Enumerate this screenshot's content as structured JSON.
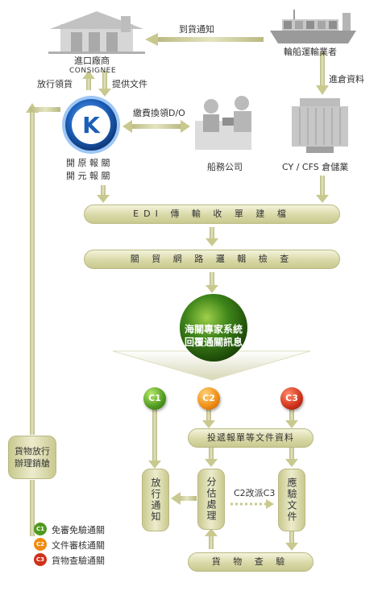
{
  "top": {
    "consignee_cn": "進口廠商",
    "consignee_en": "CONSIGNEE",
    "arrival_notice": "到貨通知",
    "shipping_line": "輪船運輸業者",
    "release_pickup": "放行領貨",
    "provide_docs": "提供文件",
    "pay_fee": "繳費換領D/O",
    "shipping_agent": "船務公司",
    "warehouse_entry": "進倉資料",
    "cy_cfs": "CY / CFS 倉儲業",
    "broker_line1": "開 原 報 關",
    "broker_line2": "開 元 報 關"
  },
  "flow": {
    "edi_bar": "EDI 傳 輸 收 單 建 檔",
    "network_bar": "關 貿 網 路 邏 輯 檢 查",
    "expert_line1": "海關專家系統",
    "expert_line2": "回覆通關訊息",
    "c1": "C1",
    "c2": "C2",
    "c3": "C3",
    "submit_docs_bar": "投遞報單等文件資料",
    "release_notice": "放行通知",
    "assessment": "分估處理",
    "c2_to_c3": "C2改派C3",
    "inspection_docs": "應驗文件",
    "goods_inspection_bar": "貨 物 查 驗",
    "left_box_line1": "貨物放行",
    "left_box_line2": "辦理銷艙"
  },
  "legend": [
    {
      "code": "C1",
      "text": "免審免驗通關",
      "color": "#4f9a1f"
    },
    {
      "code": "C2",
      "text": "文件審核通關",
      "color": "#ef8c12"
    },
    {
      "code": "C3",
      "text": "貨物查驗通關",
      "color": "#d0311a"
    }
  ],
  "colors": {
    "arrow": "#c9c98f",
    "bar": "#d9d9a8",
    "logo_blue": "#1c5fb8",
    "sphere": "#2e6e10"
  }
}
